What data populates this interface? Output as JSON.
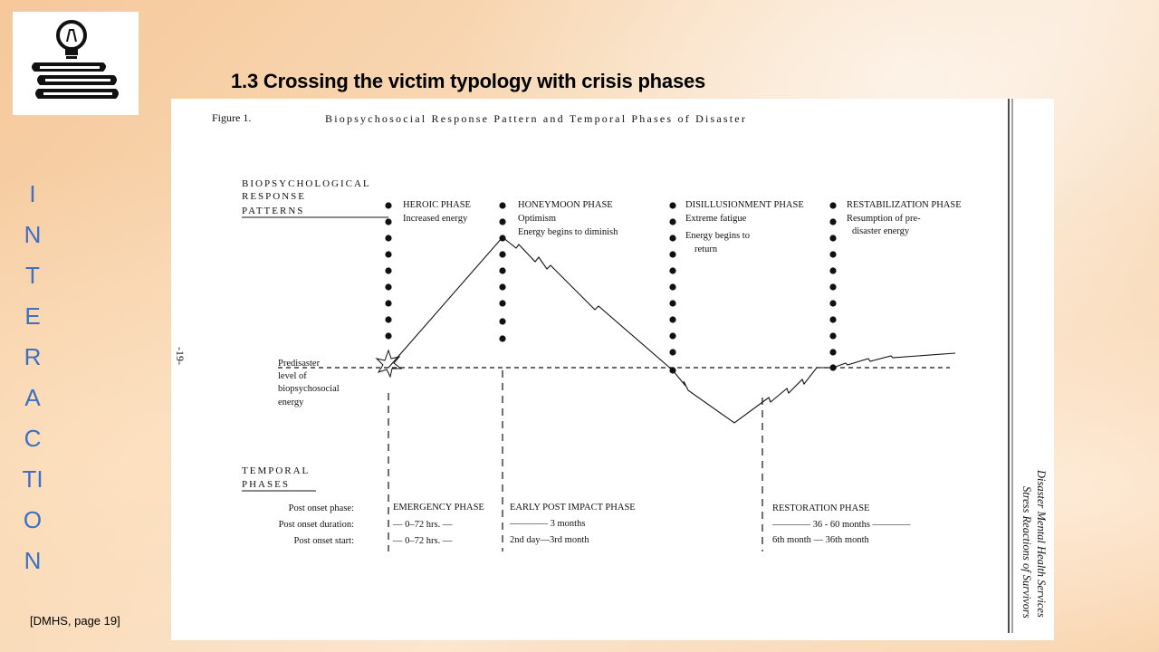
{
  "slide": {
    "title": "1.3 Crossing the victim typology with crisis phases",
    "vertical_letters": [
      "I",
      "N",
      "T",
      "E",
      "R",
      "A",
      "C",
      "TI",
      "O",
      "N"
    ],
    "citation": "[DMHS, page 19]"
  },
  "logo": {
    "icon": "lightbulb-on-books-icon"
  },
  "figure": {
    "label": "Figure 1.",
    "title": "Biopsychosocial Response Pattern and Temporal Phases of Disaster",
    "page_number": "-19-",
    "response_heading": [
      "BIOPSYCHOLOGICAL",
      "RESPONSE",
      "PATTERNS"
    ],
    "predisaster_label": [
      "Predisaster",
      "level of",
      "biopsychosocial",
      "energy"
    ],
    "phases": [
      {
        "name": "HEROIC PHASE",
        "lines": [
          "Increased energy"
        ]
      },
      {
        "name": "HONEYMOON PHASE",
        "lines": [
          "Optimism",
          "Energy begins to diminish"
        ]
      },
      {
        "name": "DISILLUSIONMENT PHASE",
        "lines": [
          "Extreme fatigue",
          "Energy begins to",
          "return"
        ]
      },
      {
        "name": "RESTABILIZATION PHASE",
        "lines": [
          "Resumption of pre-",
          "disaster energy"
        ]
      }
    ],
    "temporal_heading": [
      "TEMPORAL",
      "PHASES"
    ],
    "temporal_rows": {
      "labels": [
        "Post onset phase:",
        "Post onset duration:",
        "Post onset start:"
      ],
      "emergency": [
        "EMERGENCY PHASE",
        "— 0–72 hrs. —",
        "— 0–72 hrs. —"
      ],
      "early": [
        "EARLY POST IMPACT PHASE",
        "———— 3 months",
        "2nd day—3rd month"
      ],
      "restoration": [
        "RESTORATION PHASE",
        "———— 36 - 60 months ————",
        "6th month — 36th  month"
      ]
    },
    "side_caption": [
      "Disaster Mental Health Services",
      "Stress Reactions of Survivors"
    ]
  }
}
